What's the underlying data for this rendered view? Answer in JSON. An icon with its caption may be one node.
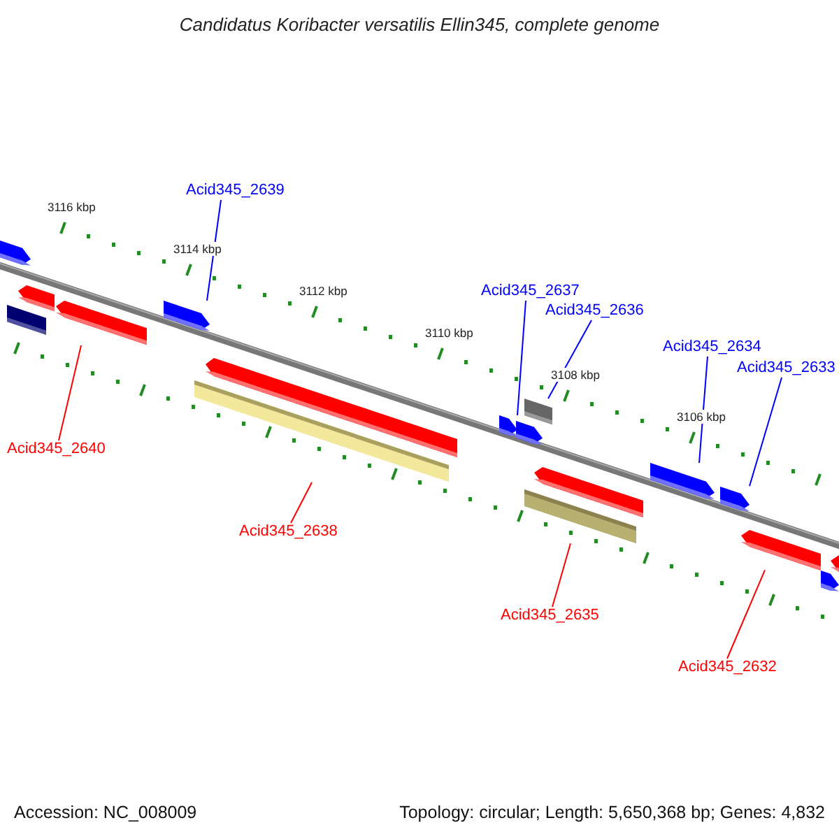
{
  "diagram": {
    "title": "Candidatus Koribacter versatilis Ellin345, complete genome",
    "nodes": [
      {
        "text": [
          "Acid345_2639"
        ]
      },
      {
        "text": [
          "Acid345_2637"
        ]
      },
      {
        "text": [
          "Acid345_2636"
        ]
      },
      {
        "text": [
          "Acid345_2634"
        ]
      },
      {
        "text": [
          "Acid345_2633"
        ]
      },
      {
        "text": [
          "Acid345_2640"
        ]
      },
      {
        "text": [
          "Acid345_2638"
        ]
      },
      {
        "text": [
          "Acid345_2635"
        ]
      },
      {
        "text": [
          "Acid345_2632"
        ]
      },
      {
        "text": [],
        "shape": "bar"
      },
      {
        "text": [],
        "shape": "bar"
      },
      {
        "text": [],
        "shape": "bar"
      },
      {
        "text": [],
        "shape": "bar"
      },
      {
        "text": [],
        "shape": "bar"
      },
      {
        "text": [],
        "shape": "bar"
      },
      {
        "text": [],
        "shape": "bar"
      },
      {
        "text": [],
        "shape": "bar"
      },
      {
        "text": [],
        "shape": "bar"
      },
      {
        "text": [],
        "shape": "bar"
      },
      {
        "text": [],
        "shape": "bar"
      },
      {
        "text": [],
        "shape": "bar"
      },
      {
        "text": [],
        "shape": "bar"
      },
      {
        "text": [],
        "shape": "bar"
      },
      {
        "text": [],
        "shape": "bar"
      },
      {
        "text": [],
        "shape": "bar"
      },
      {
        "text": [],
        "shape": "bar"
      }
    ],
    "edges": [
      {
        "from": 0,
        "to": 13,
        "arrow": "none",
        "color": "#0000ff"
      },
      {
        "from": 1,
        "to": 16,
        "arrow": "none",
        "color": "#0000ff"
      },
      {
        "from": 2,
        "to": 18,
        "arrow": "none",
        "color": "#0000ff"
      },
      {
        "from": 3,
        "to": 21,
        "arrow": "none",
        "color": "#0000ff"
      },
      {
        "from": 4,
        "to": 22,
        "arrow": "none",
        "color": "#0000ff"
      },
      {
        "from": 5,
        "to": 12,
        "arrow": "none",
        "color": "#ff0000"
      },
      {
        "from": 6,
        "to": 14,
        "arrow": "none",
        "color": "#ff0000"
      },
      {
        "from": 7,
        "to": 19,
        "arrow": "none",
        "color": "#ff0000"
      },
      {
        "from": 8,
        "to": 23,
        "arrow": "none",
        "color": "#ff0000"
      }
    ],
    "labels": [
      "3116 kbp",
      "3114 kbp",
      "3112 kbp",
      "3110 kbp",
      "3108 kbp",
      "3106 kbp",
      "Accession: NC_008009",
      "Topology: circular; Length: 5,650,368 bp; Genes: 4,832"
    ]
  }
}
